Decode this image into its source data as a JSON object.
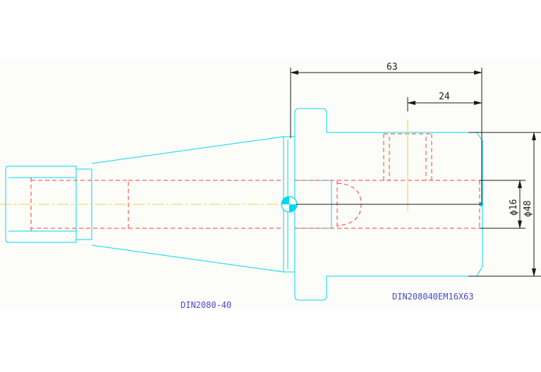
{
  "drawing": {
    "dimensions": {
      "overall_length": "63",
      "bore_depth": "24",
      "bore_diameter": "ϕ16",
      "outer_diameter": "ϕ48"
    },
    "labels": {
      "left_part": "DIN2080-40",
      "right_part": "DIN208040EM16X63"
    },
    "colors": {
      "outline": "#00d8f0",
      "hidden_lines": "#ff3838",
      "center_lines": "#e8d24a",
      "dimension_lines": "#1a1a1a",
      "label_text": "#4a49d8"
    }
  }
}
